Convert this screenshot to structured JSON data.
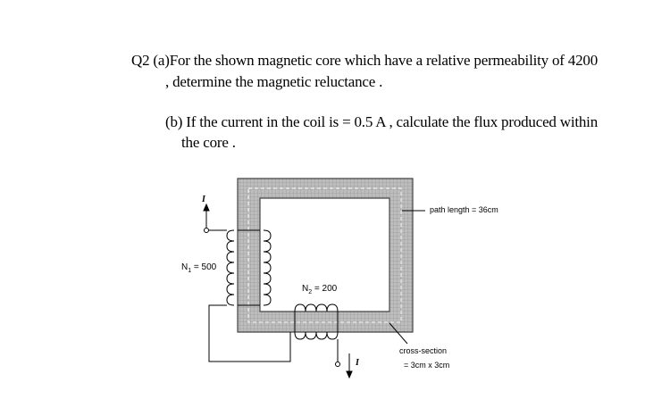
{
  "question": {
    "line1": "Q2  (a)For the shown magnetic core   which have a relative permeability of 4200",
    "line2": ", determine the magnetic reluctance .",
    "line3": "(b)  If the current in the coil is =  0.5 A , calculate the flux produced within",
    "line4": "the core ."
  },
  "diagram": {
    "current_top": "I",
    "n1_label": "N",
    "n1_sub": "1",
    "n1_value": " = 500",
    "n2_label": "N",
    "n2_sub": "2",
    "n2_value": " = 200",
    "path_length": "path length  = 36cm",
    "cross_section_1": "cross-section",
    "cross_section_2": "= 3cm x 3cm",
    "current_bottom": "I"
  }
}
